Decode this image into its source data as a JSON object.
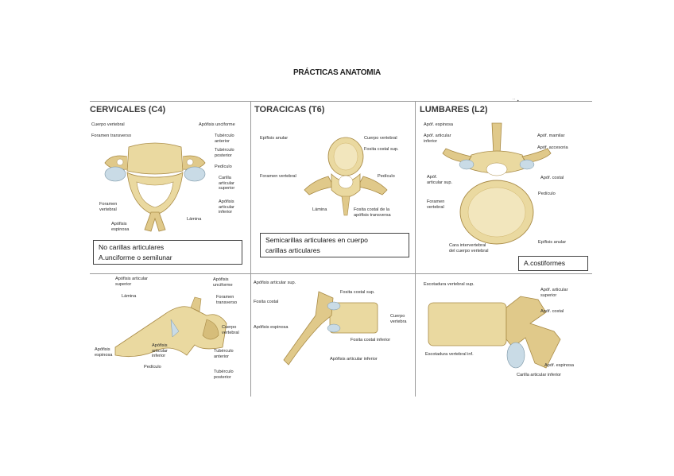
{
  "page_title": "PRÁCTICAS ANATOMIA",
  "columns": {
    "cervicales": "CERVICALES (C4)",
    "toracicas": "TORACICAS (T6)",
    "lumbares": "LUMBARES (L2)",
    "corner_mark": "˙˙ •"
  },
  "notes": {
    "cervical": "No carillas articulares\nA.unciforme o semilunar",
    "thoracic": "Semicarillas articulares en cuerpo\ncarillas articulares",
    "lumbar": "A.costiformes"
  },
  "labels": {
    "c_top": [
      "Cuerpo vertebral",
      "Foramen transverso",
      "Apófisis unciforme",
      "Tubérculo\nanterior",
      "Tubérculo\nposterior",
      "Pedículo",
      "Carilla\narticular\nsuperior",
      "Apófisis\narticular\ninferior",
      "Lámina",
      "Foramen\nvertebral",
      "Apófisis\nespinosa"
    ],
    "c_bot": [
      "Apófisis articular\nsuperior",
      "Lámina",
      "Apófisis\nunciforme",
      "Foramen\ntransverso",
      "Cuerpo\nvertebral",
      "Apófisis\nespinosa",
      "Apófisis\narticular\ninferior",
      "Tubérculo\nanterior",
      "Pedículo",
      "Tubérculo\nposterior"
    ],
    "t_top": [
      "Epífisis anular",
      "Cuerpo vertebral",
      "Fosita costal sup.",
      "Foramen vertebral",
      "Pedículo",
      "Lámina",
      "Fosita costal de la\napófisis transversa"
    ],
    "t_bot": [
      "Apófisis articular sup.",
      "Fosita costal sup.",
      "Fosita costal",
      "Apófisis espinosa",
      "Cuerpo\nvertebra",
      "Fosita costal inferior",
      "Apófisis articular inferior"
    ],
    "l_top": [
      "Apóf. espinosa",
      "Apóf. articular\ninferior",
      "Apóf. mamilar",
      "Apóf. accesoria",
      "Apóf.\narticular sup.",
      "Apóf. costal",
      "Pedículo",
      "Foramen\nvertebral",
      "Cara intervertebral\ndel cuerpo vertebral",
      "Epífisis anular"
    ],
    "l_bot": [
      "Escotadura vertebral sup.",
      "Apóf. articular\nsuperior",
      "Apóf. costal",
      "Escotadura vertebral inf.",
      "Apóf. espinosa",
      "Carilla articular inferior"
    ]
  },
  "colors": {
    "bone": "#ead9a0",
    "bone_dark": "#c8a85a",
    "bone_shadow": "#a88a45",
    "facet": "#c9dbe6",
    "rule": "#9a9a9a"
  }
}
